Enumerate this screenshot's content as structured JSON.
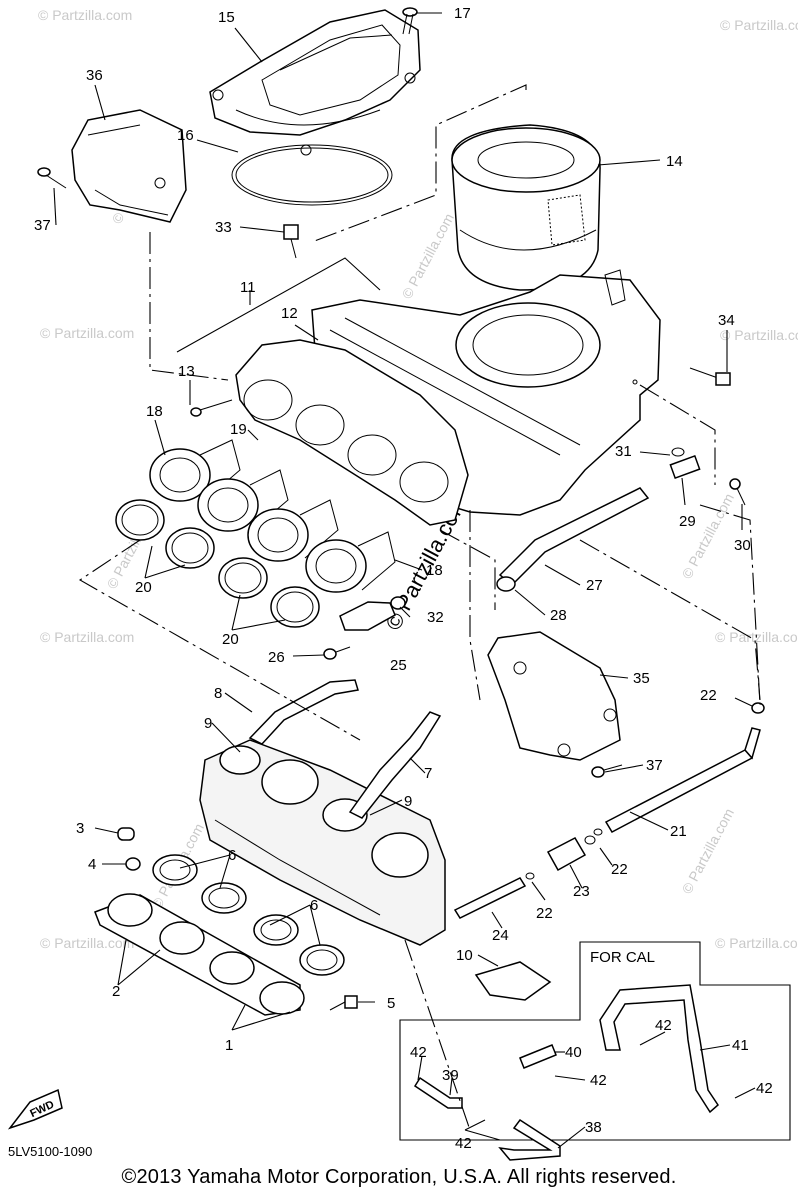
{
  "callouts": [
    {
      "id": "c15",
      "text": "15"
    },
    {
      "id": "c17",
      "text": "17"
    },
    {
      "id": "c36",
      "text": "36"
    },
    {
      "id": "c16",
      "text": "16"
    },
    {
      "id": "c14",
      "text": "14"
    },
    {
      "id": "c37a",
      "text": "37"
    },
    {
      "id": "c33",
      "text": "33"
    },
    {
      "id": "c11",
      "text": "11"
    },
    {
      "id": "c12",
      "text": "12"
    },
    {
      "id": "c34",
      "text": "34"
    },
    {
      "id": "c13",
      "text": "13"
    },
    {
      "id": "c18a",
      "text": "18"
    },
    {
      "id": "c19",
      "text": "19"
    },
    {
      "id": "c31",
      "text": "31"
    },
    {
      "id": "c29",
      "text": "29"
    },
    {
      "id": "c30",
      "text": "30"
    },
    {
      "id": "c20a",
      "text": "20"
    },
    {
      "id": "c18b",
      "text": "18"
    },
    {
      "id": "c27",
      "text": "27"
    },
    {
      "id": "c28",
      "text": "28"
    },
    {
      "id": "c32",
      "text": "32"
    },
    {
      "id": "c20b",
      "text": "20"
    },
    {
      "id": "c26",
      "text": "26"
    },
    {
      "id": "c25",
      "text": "25"
    },
    {
      "id": "c35",
      "text": "35"
    },
    {
      "id": "c8",
      "text": "8"
    },
    {
      "id": "c22a",
      "text": "22"
    },
    {
      "id": "c9a",
      "text": "9"
    },
    {
      "id": "c37b",
      "text": "37"
    },
    {
      "id": "c7",
      "text": "7"
    },
    {
      "id": "c21",
      "text": "21"
    },
    {
      "id": "c9b",
      "text": "9"
    },
    {
      "id": "c3",
      "text": "3"
    },
    {
      "id": "c6a",
      "text": "6"
    },
    {
      "id": "c22b",
      "text": "22"
    },
    {
      "id": "c4",
      "text": "4"
    },
    {
      "id": "c23",
      "text": "23"
    },
    {
      "id": "c22c",
      "text": "22"
    },
    {
      "id": "c6b",
      "text": "6"
    },
    {
      "id": "c24",
      "text": "24"
    },
    {
      "id": "c10",
      "text": "10"
    },
    {
      "id": "c2",
      "text": "2"
    },
    {
      "id": "c5",
      "text": "5"
    },
    {
      "id": "c42a",
      "text": "42"
    },
    {
      "id": "c40",
      "text": "40"
    },
    {
      "id": "c41",
      "text": "41"
    },
    {
      "id": "c42b",
      "text": "42"
    },
    {
      "id": "c39",
      "text": "39"
    },
    {
      "id": "c42c",
      "text": "42"
    },
    {
      "id": "c1",
      "text": "1"
    },
    {
      "id": "c42d",
      "text": "42"
    },
    {
      "id": "c38",
      "text": "38"
    },
    {
      "id": "c42e",
      "text": "42"
    }
  ],
  "for_cal_label": "FOR CAL",
  "fwd_label": "FWD",
  "watermark_text": "© Partzilla.com",
  "watermark_center": "© Partzilla.com",
  "diagram_code": "5LV5100-1090",
  "copyright": "©2013  Yamaha Motor Corporation, U.S.A. All rights reserved."
}
